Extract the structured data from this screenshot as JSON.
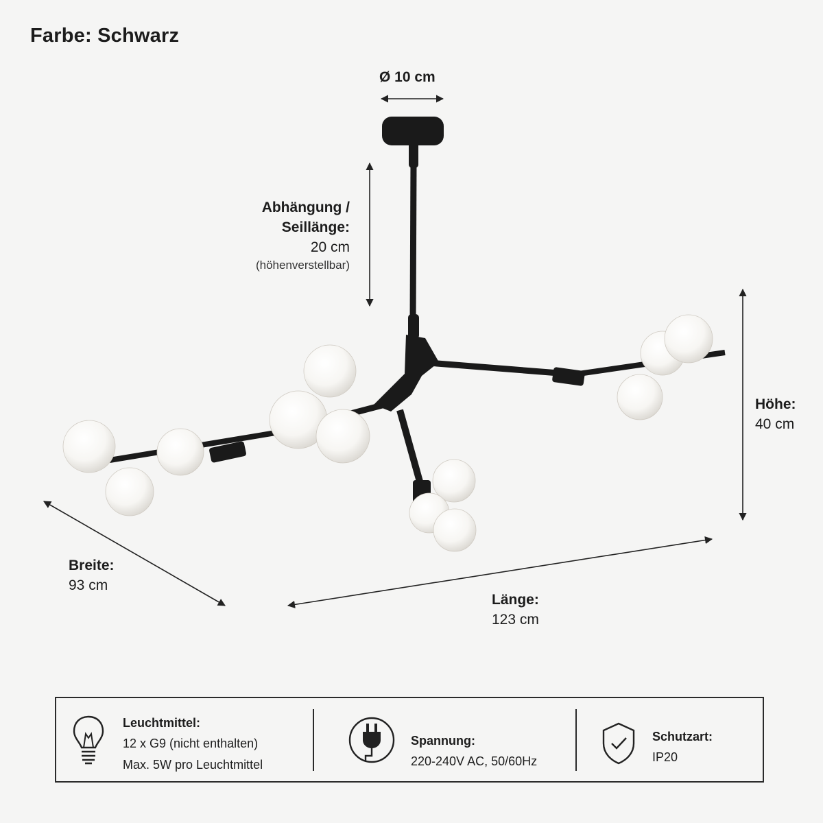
{
  "title": "Farbe: Schwarz",
  "dimensions": {
    "diameter": {
      "label": "Ø 10 cm"
    },
    "suspension": {
      "label_line1": "Abhängung /",
      "label_line2": "Seillänge:",
      "value": "20 cm",
      "note": "(höhenverstellbar)"
    },
    "height": {
      "label": "Höhe:",
      "value": "40 cm"
    },
    "width": {
      "label": "Breite:",
      "value": "93 cm"
    },
    "length": {
      "label": "Länge:",
      "value": "123 cm"
    }
  },
  "specs": {
    "bulb": {
      "icon": "light-bulb-icon",
      "heading": "Leuchtmittel:",
      "line1": "12 x G9 (nicht enthalten)",
      "line2": "Max. 5W pro Leuchtmittel"
    },
    "voltage": {
      "icon": "power-plug-icon",
      "heading": "Spannung:",
      "line1": "220-240V AC, 50/60Hz"
    },
    "protection": {
      "icon": "shield-check-icon",
      "heading": "Schutzart:",
      "line1": "IP20"
    }
  },
  "colors": {
    "background": "#f5f5f4",
    "metal": "#1a1a1a",
    "glass": "#ffffff",
    "text": "#1c1c1c"
  }
}
